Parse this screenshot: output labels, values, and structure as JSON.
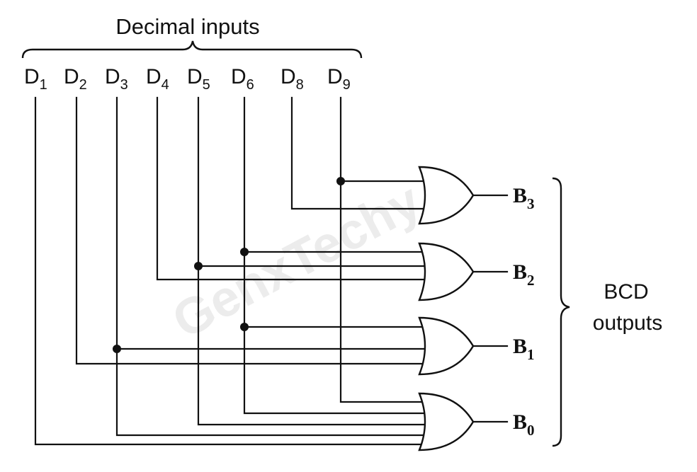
{
  "header": {
    "title": "Decimal inputs"
  },
  "inputs": [
    {
      "name": "D",
      "sub": "1"
    },
    {
      "name": "D",
      "sub": "2"
    },
    {
      "name": "D",
      "sub": "3"
    },
    {
      "name": "D",
      "sub": "4"
    },
    {
      "name": "D",
      "sub": "5"
    },
    {
      "name": "D",
      "sub": "6"
    },
    {
      "name": "D",
      "sub": "8"
    },
    {
      "name": "D",
      "sub": "9"
    }
  ],
  "outputs": [
    {
      "name": "B",
      "sub": "3"
    },
    {
      "name": "B",
      "sub": "2"
    },
    {
      "name": "B",
      "sub": "1"
    },
    {
      "name": "B",
      "sub": "0"
    }
  ],
  "output_group": {
    "line1": "BCD",
    "line2": "outputs"
  },
  "watermark": "GenxTechy",
  "colors": {
    "ink": "#111111",
    "background": "#ffffff",
    "watermark": "#ececec"
  }
}
